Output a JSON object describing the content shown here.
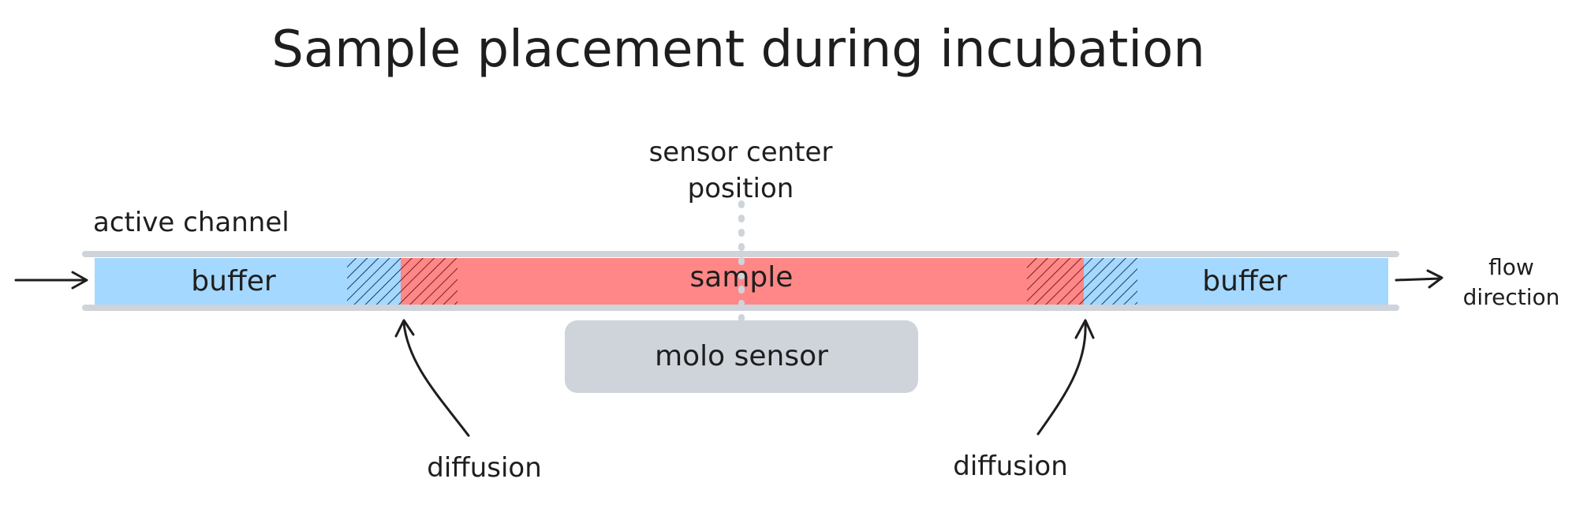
{
  "title": "Sample placement during incubation",
  "labels": {
    "sensor_center_line1": "sensor center",
    "sensor_center_line2": "position",
    "active_channel": "active channel",
    "buffer_left": "buffer",
    "sample": "sample",
    "buffer_right": "buffer",
    "molo_sensor": "molo sensor",
    "diffusion_left": "diffusion",
    "diffusion_right": "diffusion",
    "flow_line1": "flow",
    "flow_line2": "direction"
  },
  "colors": {
    "buffer": "#a5d8ff",
    "sample": "#ff8787",
    "sensor": "#ced4da",
    "channel_wall": "#ced4da",
    "ink": "#1e1e1e",
    "centerline": "#ced4da"
  }
}
